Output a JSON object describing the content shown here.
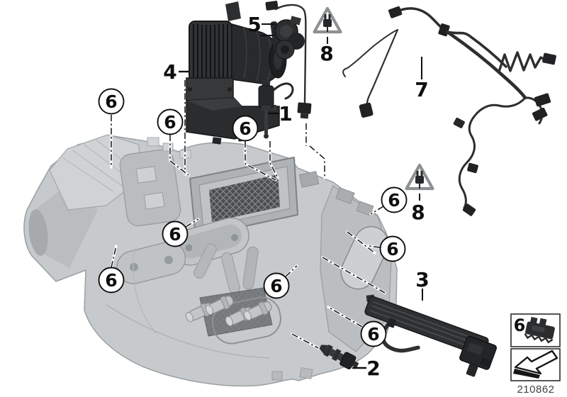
{
  "diagram": {
    "number": "210862"
  },
  "callouts": {
    "part_1": "1",
    "part_2": "2",
    "part_3": "3",
    "part_4": "4",
    "part_5": "5",
    "part_7": "7",
    "warning_8": "8",
    "clip_6": "6"
  },
  "legend": {
    "item_label": "6",
    "clip_icon": "fastener-clip-icon",
    "arrow_icon": "direction-arrow-icon"
  },
  "icons": {
    "warning": "electrical-plug-warning-icon"
  },
  "colors": {
    "background": "#ffffff",
    "housing_gray": "#c7cacc",
    "part_dark": "#2b2d2f",
    "label_black": "#0f0f0f",
    "warning_gray": "#8d9193",
    "footer_gray": "#3f4345"
  }
}
